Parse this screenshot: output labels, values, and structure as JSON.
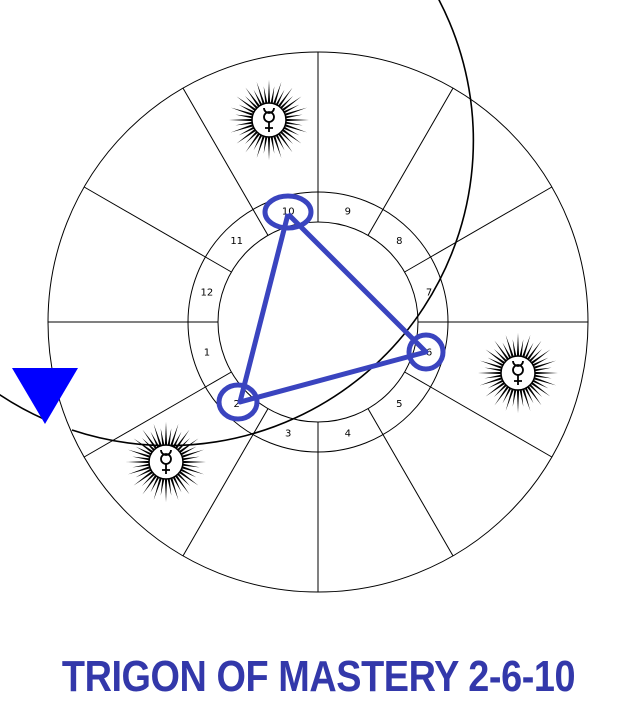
{
  "title": "TRIGON OF MASTERY 2-6-10",
  "houses": [
    "1",
    "2",
    "3",
    "4",
    "5",
    "6",
    "7",
    "8",
    "9",
    "10",
    "11",
    "12"
  ],
  "highlighted_houses": [
    "10",
    "6",
    "2"
  ],
  "sun_symbols": [
    {
      "name": "sun-mercury-top",
      "icon": "mercury-glyph"
    },
    {
      "name": "sun-mercury-right",
      "icon": "mercury-glyph"
    },
    {
      "name": "sun-mercury-left",
      "icon": "mercury-glyph"
    }
  ],
  "accent_color": "#3a44bf",
  "marker_color": "#0000ff",
  "title_color": "#3338aa"
}
